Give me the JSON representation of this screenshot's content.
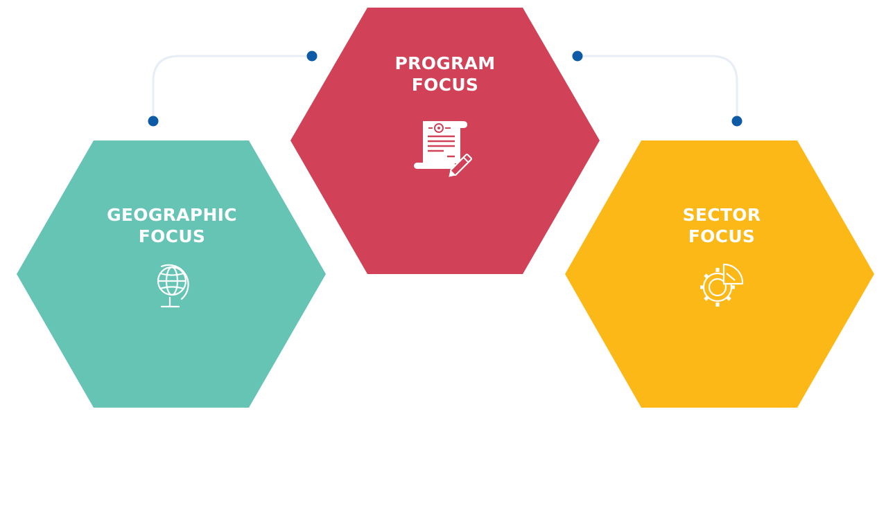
{
  "diagram": {
    "connector_color": "#e8eef5",
    "dot_color": "#0d5aa7",
    "icon_color": "#ffffff",
    "hexagons": {
      "geographic": {
        "title_line1": "GEOGRAPHIC",
        "title_line2": "FOCUS",
        "color": "#66c4b4",
        "icon": "globe-icon"
      },
      "program": {
        "title_line1": "PROGRAM",
        "title_line2": "FOCUS",
        "color": "#d14157",
        "icon": "document-pen-icon"
      },
      "sector": {
        "title_line1": "SECTOR",
        "title_line2": "FOCUS",
        "color": "#fbb817",
        "icon": "gear-chart-icon"
      }
    }
  }
}
